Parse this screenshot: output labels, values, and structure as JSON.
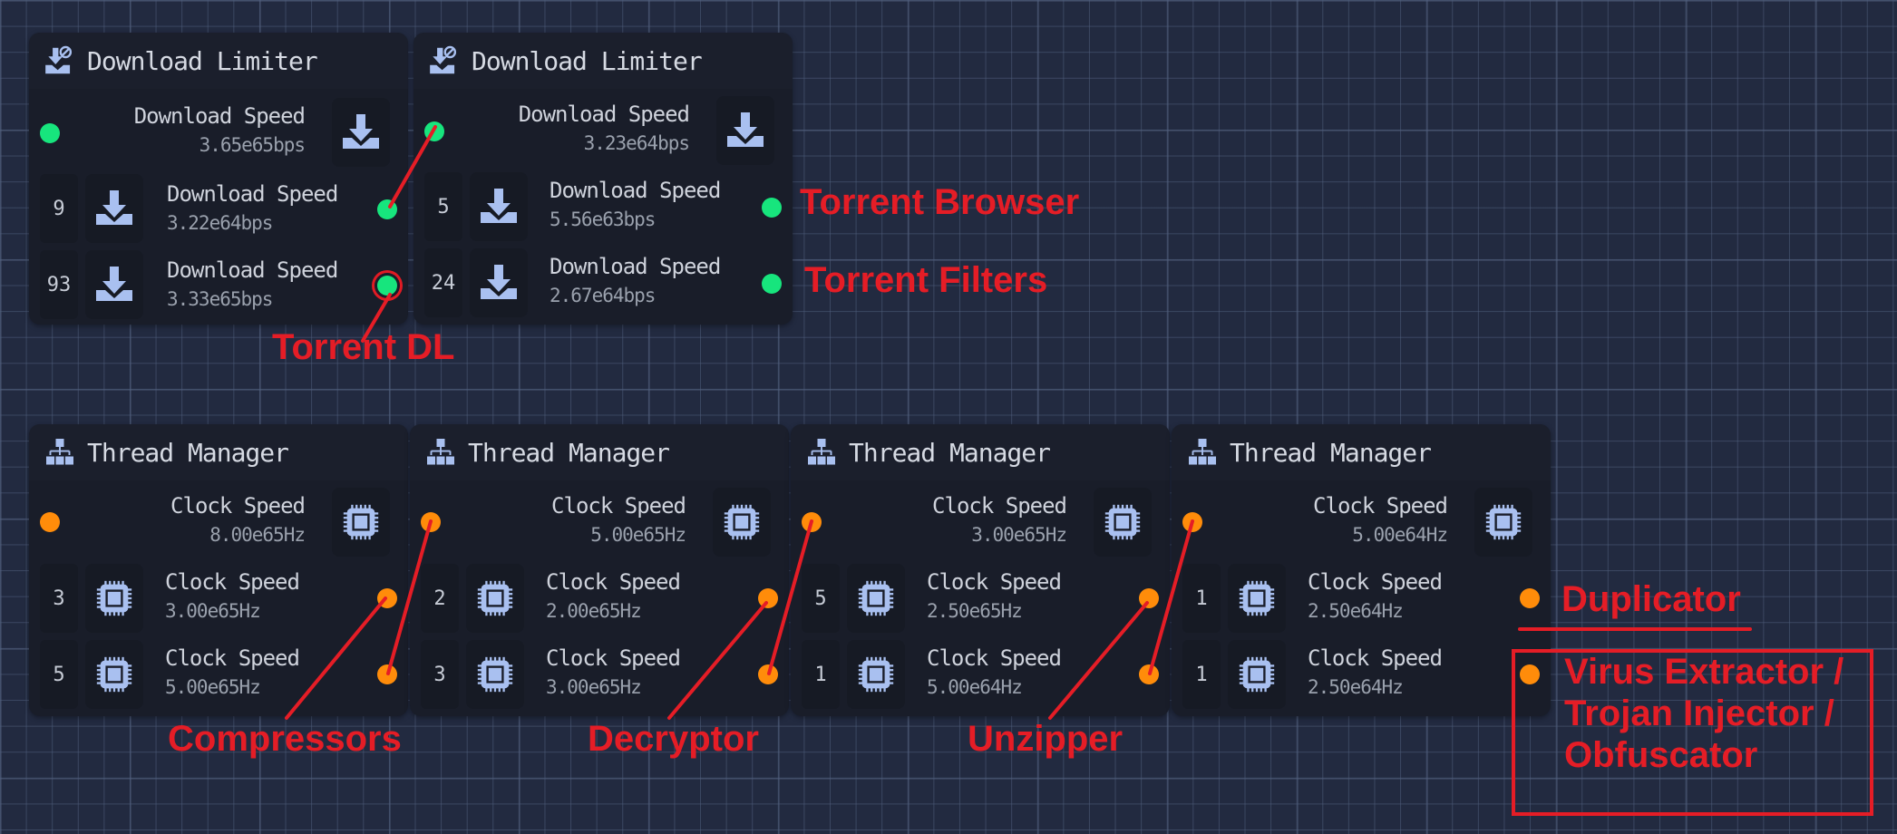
{
  "colors": {
    "canvas_bg": "#222a40",
    "node_bg": "#191d29",
    "download_port": "#17e57d",
    "thread_port": "#ff8c0a",
    "annotation": "#e51d26",
    "icon": "#a9c0f0"
  },
  "download_limiters": [
    {
      "title": "Download Limiter",
      "icon": "download-limit-icon",
      "output": {
        "label": "Download Speed",
        "value": "3.65e65bps",
        "icon": "download-icon"
      },
      "inputs": [
        {
          "count": "9",
          "label": "Download Speed",
          "value": "3.22e64bps",
          "icon": "download-icon"
        },
        {
          "count": "93",
          "label": "Download Speed",
          "value": "3.33e65bps",
          "icon": "download-icon"
        }
      ]
    },
    {
      "title": "Download Limiter",
      "icon": "download-limit-icon",
      "output": {
        "label": "Download Speed",
        "value": "3.23e64bps",
        "icon": "download-icon"
      },
      "inputs": [
        {
          "count": "5",
          "label": "Download Speed",
          "value": "5.56e63bps",
          "icon": "download-icon"
        },
        {
          "count": "24",
          "label": "Download Speed",
          "value": "2.67e64bps",
          "icon": "download-icon"
        }
      ]
    }
  ],
  "thread_managers": [
    {
      "title": "Thread Manager",
      "icon": "hierarchy-icon",
      "output": {
        "label": "Clock Speed",
        "value": "8.00e65Hz",
        "icon": "cpu-chip-icon"
      },
      "inputs": [
        {
          "count": "3",
          "label": "Clock Speed",
          "value": "3.00e65Hz",
          "icon": "cpu-chip-icon"
        },
        {
          "count": "5",
          "label": "Clock Speed",
          "value": "5.00e65Hz",
          "icon": "cpu-chip-icon"
        }
      ]
    },
    {
      "title": "Thread Manager",
      "icon": "hierarchy-icon",
      "output": {
        "label": "Clock Speed",
        "value": "5.00e65Hz",
        "icon": "cpu-chip-icon"
      },
      "inputs": [
        {
          "count": "2",
          "label": "Clock Speed",
          "value": "2.00e65Hz",
          "icon": "cpu-chip-icon"
        },
        {
          "count": "3",
          "label": "Clock Speed",
          "value": "3.00e65Hz",
          "icon": "cpu-chip-icon"
        }
      ]
    },
    {
      "title": "Thread Manager",
      "icon": "hierarchy-icon",
      "output": {
        "label": "Clock Speed",
        "value": "3.00e65Hz",
        "icon": "cpu-chip-icon"
      },
      "inputs": [
        {
          "count": "5",
          "label": "Clock Speed",
          "value": "2.50e65Hz",
          "icon": "cpu-chip-icon"
        },
        {
          "count": "1",
          "label": "Clock Speed",
          "value": "5.00e64Hz",
          "icon": "cpu-chip-icon"
        }
      ]
    },
    {
      "title": "Thread Manager",
      "icon": "hierarchy-icon",
      "output": {
        "label": "Clock Speed",
        "value": "5.00e64Hz",
        "icon": "cpu-chip-icon"
      },
      "inputs": [
        {
          "count": "1",
          "label": "Clock Speed",
          "value": "2.50e64Hz",
          "icon": "cpu-chip-icon"
        },
        {
          "count": "1",
          "label": "Clock Speed",
          "value": "2.50e64Hz",
          "icon": "cpu-chip-icon"
        }
      ]
    }
  ],
  "annotations": {
    "torrent_dl": "Torrent DL",
    "torrent_browser": "Torrent Browser",
    "torrent_filters": "Torrent Filters",
    "compressors": "Compressors",
    "decryptor": "Decryptor",
    "unzipper": "Unzipper",
    "duplicator": "Duplicator",
    "virus_extractor_line1": "Virus Extractor /",
    "virus_extractor_line2": "Trojan Injector /",
    "virus_extractor_line3": "Obfuscator"
  }
}
